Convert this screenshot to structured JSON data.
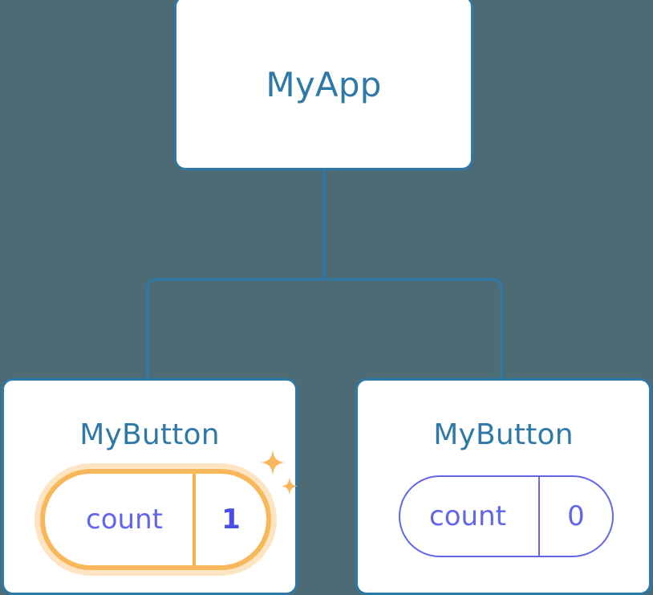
{
  "diagram": {
    "type": "component-tree",
    "background_color": "#4d6b75",
    "accent_blue": "#2f79a8",
    "accent_purple": "#6366e8",
    "accent_orange": "#f8b75a",
    "highlight_glow": "#fac37a"
  },
  "root": {
    "title": "MyApp"
  },
  "children": [
    {
      "title": "MyButton",
      "state": {
        "key": "count",
        "value": "1"
      },
      "highlighted": true,
      "sparkle_icons": [
        "sparkle-large-icon",
        "sparkle-small-icon"
      ]
    },
    {
      "title": "MyButton",
      "state": {
        "key": "count",
        "value": "0"
      },
      "highlighted": false
    }
  ],
  "connectors": {
    "icon": "tree-edge-icon",
    "color": "#2f79a8",
    "stroke_width": 3
  }
}
